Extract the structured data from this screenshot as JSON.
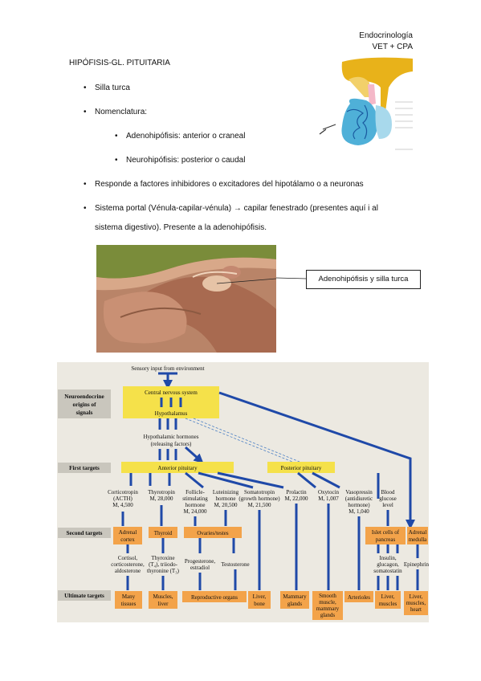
{
  "header": {
    "line1": "Endocrinología",
    "line2": "VET + CPA"
  },
  "title": "HIPÓFISIS-GL. PITUITARIA",
  "bullets": {
    "b1": "Silla turca",
    "b2": "Nomenclatura:",
    "b2a": "Adenohipófisis: anterior o craneal",
    "b2b": "Neurohipófisis: posterior o caudal",
    "b3": "Responde a factores inhibidores o excitadores del hipotálamo o a neuronas",
    "b4_line1": "Sistema portal (Vénula-capilar-vénula) → capilar fenestrado (presentes aquí i al",
    "b4_line2": "sistema digestivo).  Presente a la adenohipófisis."
  },
  "callout": "Adenohipófisis y silla turca",
  "diagram": {
    "sensory": "Sensory input from environment",
    "side_neuro_1": "Neuroendocrine",
    "side_neuro_2": "origins of",
    "side_neuro_3": "signals",
    "side_first": "First targets",
    "side_second": "Second targets",
    "side_ultimate": "Ultimate targets",
    "cns": "Central nervous system",
    "hypothalamus": "Hypothalamus",
    "hyp_hormones_1": "Hypothalamic hormones",
    "hyp_hormones_2": "(releasing factors)",
    "anterior": "Anterior pituitary",
    "posterior": "Posterior pituitary",
    "hormones": [
      {
        "l1": "Corticotropin",
        "l2": "(ACTH)",
        "l3": "M, 4,500",
        "l4": ""
      },
      {
        "l1": "Thyrotropin",
        "l2": "M, 28,000",
        "l3": "",
        "l4": ""
      },
      {
        "l1": "Follicle-",
        "l2": "stimulating",
        "l3": "hormone",
        "l4": "M, 24,000"
      },
      {
        "l1": "Luteinizing",
        "l2": "hormone",
        "l3": "M, 20,500",
        "l4": ""
      },
      {
        "l1": "Somatotropin",
        "l2": "(growth hormone)",
        "l3": "M, 21,500",
        "l4": ""
      },
      {
        "l1": "Prolactin",
        "l2": "M, 22,000",
        "l3": "",
        "l4": ""
      },
      {
        "l1": "Oxytocin",
        "l2": "M, 1,007",
        "l3": "",
        "l4": ""
      },
      {
        "l1": "Vasopressin",
        "l2": "(antidiuretic",
        "l3": "hormone)",
        "l4": "M, 1,040"
      },
      {
        "l1": "Blood",
        "l2": "glucose",
        "l3": "level",
        "l4": ""
      }
    ],
    "second": {
      "adrenal_cortex_1": "Adrenal",
      "adrenal_cortex_2": "cortex",
      "thyroid": "Thyroid",
      "ovaries": "Ovaries/testes",
      "islet_1": "Islet cells of",
      "islet_2": "pancreas",
      "adrenal_medulla_1": "Adrenal",
      "adrenal_medulla_2": "medulla"
    },
    "products": {
      "cortisol_1": "Cortisol,",
      "cortisol_2": "corticosterone,",
      "cortisol_3": "aldosterone",
      "thyroxine_1": "Thyroxine",
      "thyroxine_2": "(T₄), triiodo-",
      "thyroxine_3": "thyronine (T₃)",
      "prog_1": "Progesterone,",
      "prog_2": "estradiol",
      "testosterone": "Testosterone",
      "insulin_1": "Insulin,",
      "insulin_2": "glucagon,",
      "insulin_3": "somatostatin",
      "epinephrine": "Epinephrine"
    },
    "ultimate": {
      "many_1": "Many",
      "many_2": "tissues",
      "muscles_1": "Muscles,",
      "muscles_2": "liver",
      "repro": "Reproductive organs",
      "liver_1": "Liver,",
      "liver_2": "bone",
      "mammary_1": "Mammary",
      "mammary_2": "glands",
      "smooth_1": "Smooth",
      "smooth_2": "muscle,",
      "smooth_3": "mammary",
      "smooth_4": "glands",
      "arterioles": "Arterioles",
      "livmus_1": "Liver,",
      "livmus_2": "muscles",
      "lmh_1": "Liver,",
      "lmh_2": "muscles,",
      "lmh_3": "heart"
    }
  }
}
